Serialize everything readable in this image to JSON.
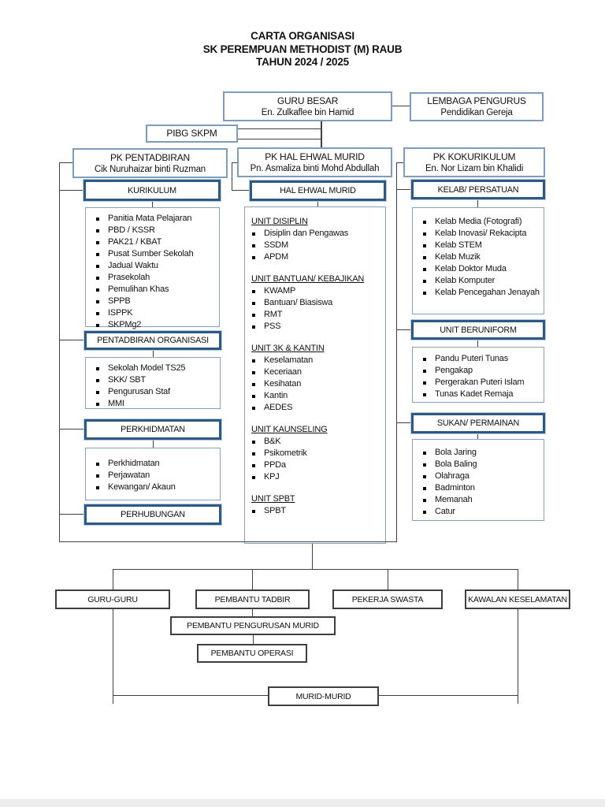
{
  "title": {
    "line1": "CARTA ORGANISASI",
    "line2": "SK PEREMPUAN METHODIST (M) RAUB",
    "line3": "TAHUN 2024 / 2025"
  },
  "top": {
    "guru_besar": {
      "title": "GURU BESAR",
      "name": "En. Zulkaflee bin Hamid"
    },
    "lembaga": {
      "line1": "LEMBAGA PENGURUS",
      "line2": "Pendidikan Gereja"
    },
    "pibg": "PIBG SKPM"
  },
  "pk": [
    {
      "title": "PK PENTADBIRAN",
      "name": "Cik Nuruhaizar binti Ruzman"
    },
    {
      "title": "PK HAL EHWAL MURID",
      "name": "Pn. Asmaliza binti Mohd Abdullah"
    },
    {
      "title": "PK KOKURIKULUM",
      "name": "En. Nor Lizam bin Khalidi"
    }
  ],
  "left_column": {
    "kurikulum": {
      "header": "KURIKULUM",
      "items": [
        "Panitia Mata Pelajaran",
        "PBD / KSSR",
        "PAK21 / KBAT",
        "Pusat Sumber Sekolah",
        "Jadual Waktu",
        "Prasekolah",
        "Pemulihan Khas",
        "SPPB",
        "ISPPK",
        "SKPMg2"
      ]
    },
    "pentadbiran_organisasi": {
      "header": "PENTADBIRAN ORGANISASI",
      "items": [
        "Sekolah Model TS25",
        "SKK/ SBT",
        "Pengurusan Staf",
        "MMI"
      ]
    },
    "perkhidmatan": {
      "header": "PERKHIDMATAN",
      "items": [
        "Perkhidmatan",
        "Perjawatan",
        "Kewangan/ Akaun"
      ]
    },
    "perhubungan": {
      "header": "PERHUBUNGAN"
    }
  },
  "middle_column": {
    "header": "HAL EHWAL MURID",
    "sections": [
      {
        "title": "UNIT DISIPLIN",
        "items": [
          "Disiplin dan Pengawas",
          "SSDM",
          "APDM"
        ]
      },
      {
        "title": "UNIT BANTUAN/ KEBAJIKAN",
        "items": [
          "KWAMP",
          "Bantuan/ Biasiswa",
          "RMT",
          "PSS"
        ]
      },
      {
        "title": "UNIT 3K & KANTIN",
        "items": [
          "Keselamatan",
          "Keceriaan",
          "Kesihatan",
          "Kantin",
          "AEDES"
        ]
      },
      {
        "title": "UNIT KAUNSELING",
        "items": [
          "B&K",
          "Psikometrik",
          "PPDa",
          "KPJ"
        ]
      },
      {
        "title": "UNIT SPBT",
        "items": [
          "SPBT"
        ]
      }
    ]
  },
  "right_column": {
    "kelab": {
      "header": "KELAB/ PERSATUAN",
      "items": [
        "Kelab Media (Fotografi)",
        "Kelab Inovasi/ Rekacipta",
        "Kelab STEM",
        "Kelab Muzik",
        "Kelab Doktor Muda",
        "Kelab Komputer",
        "Kelab Pencegahan Jenayah"
      ]
    },
    "beruniform": {
      "header": "UNIT BERUNIFORM",
      "items": [
        "Pandu Puteri Tunas",
        "Pengakap",
        "Pergerakan Puteri Islam",
        "Tunas Kadet Remaja"
      ]
    },
    "sukan": {
      "header": "SUKAN/ PERMAINAN",
      "items": [
        "Bola Jaring",
        "Bola Baling",
        "Olahraga",
        "Badminton",
        "Memanah",
        "Catur"
      ]
    }
  },
  "bottom": {
    "guru_guru": "GURU-GURU",
    "pembantu_tadbir": "PEMBANTU TADBIR",
    "pekerja_swasta": "PEKERJA SWASTA",
    "kawalan_keselamatan": "KAWALAN KESELAMATAN",
    "pembantu_pengurusan_murid": "PEMBANTU PENGURUSAN MURID",
    "pembantu_operasi": "PEMBANTU OPERASI",
    "murid_murid": "MURID-MURID"
  },
  "colors": {
    "header_border": "#2d5986",
    "box_border": "#7e9cbc",
    "dark_border": "#3f3f3f",
    "line": "#404040"
  }
}
